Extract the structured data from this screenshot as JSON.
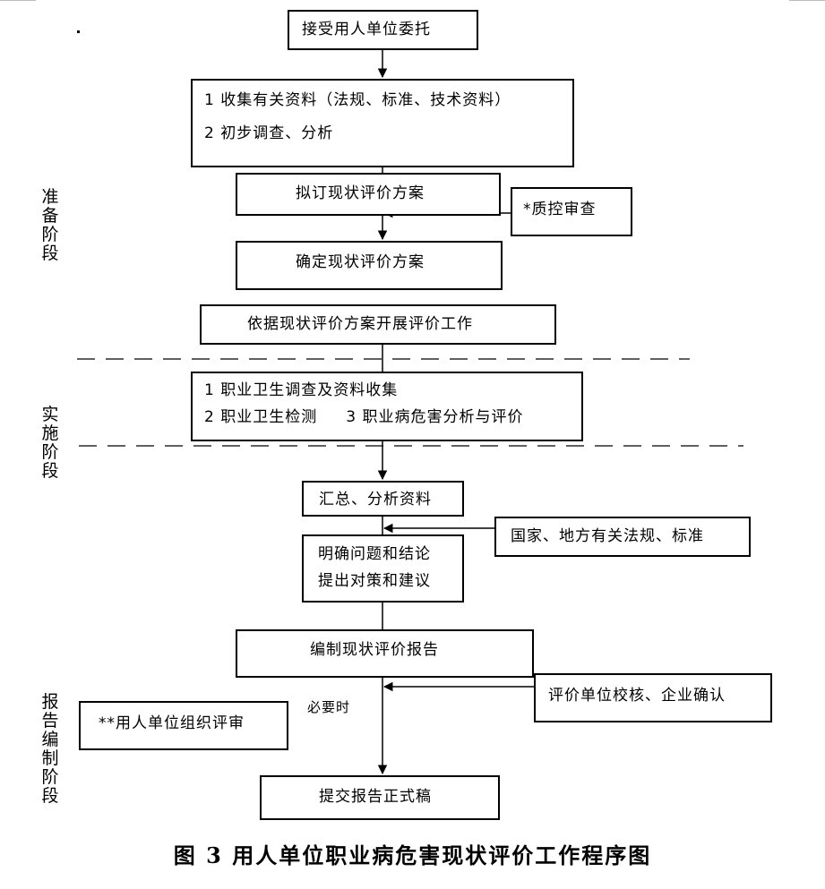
{
  "steps": {
    "accept": "接受用人单位委托",
    "collect_1": "1 收集有关资料（法规、标准、技术资料）",
    "collect_2": "2 初步调查、分析",
    "draft": "拟订现状评价方案",
    "qc": "*质控审查",
    "confirm": "确定现状评价方案",
    "execute": "依据现状评价方案开展评价工作",
    "survey_1": "1 职业卫生调查及资料收集",
    "survey_2": "2 职业卫生检测     3 职业病危害分析与评价",
    "summary": "汇总、分析资料",
    "laws": "国家、地方有关法规、标准",
    "conclude_1": "明确问题和结论",
    "conclude_2": "提出对策和建议",
    "report": "编制现状评价报告",
    "review": "评价单位校核、企业确认",
    "when_needed": "必要时",
    "org_review": "**用人单位组织评审",
    "submit": "提交报告正式稿"
  },
  "stages": {
    "prep": "准备阶段",
    "impl": "实施阶段",
    "report": "报告编制阶段"
  },
  "caption": "图 3 用人单位职业病危害现状评价工作程序图"
}
